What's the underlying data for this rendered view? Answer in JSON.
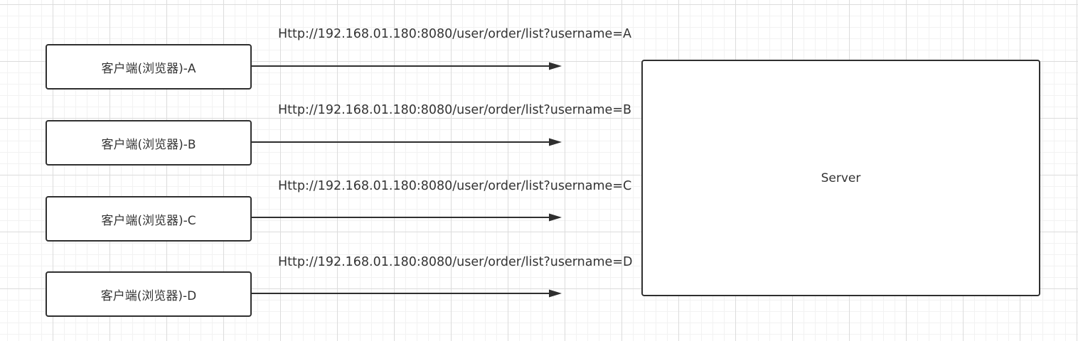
{
  "diagram": {
    "clients": [
      {
        "label": "客户端(浏览器)-A",
        "request_url": "Http://192.168.01.180:8080/user/order/list?username=A"
      },
      {
        "label": "客户端(浏览器)-B",
        "request_url": "Http://192.168.01.180:8080/user/order/list?username=B"
      },
      {
        "label": "客户端(浏览器)-C",
        "request_url": "Http://192.168.01.180:8080/user/order/list?username=C"
      },
      {
        "label": "客户端(浏览器)-D",
        "request_url": "Http://192.168.01.180:8080/user/order/list?username=D"
      }
    ],
    "server": {
      "label": "Server"
    },
    "colors": {
      "stroke": "#2f2f2f",
      "text": "#333333",
      "grid": "#dcdcdc",
      "background": "#ffffff"
    }
  }
}
